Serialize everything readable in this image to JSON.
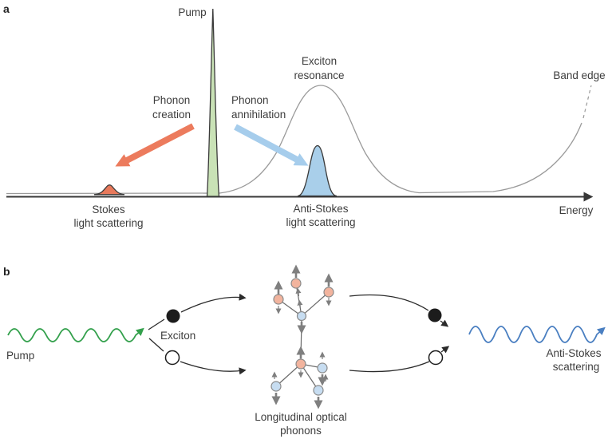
{
  "figure": {
    "panel_a": {
      "label": "a",
      "pump_label": "Pump",
      "phonon_creation": [
        "Phonon",
        "creation"
      ],
      "phonon_annihilation": [
        "Phonon",
        "annihilation"
      ],
      "exciton_resonance": [
        "Exciton",
        "resonance"
      ],
      "band_edge_label": "Band edge",
      "stokes": [
        "Stokes",
        "light scattering"
      ],
      "anti_stokes": [
        "Anti-Stokes",
        "light scattering"
      ],
      "energy_label": "Energy"
    },
    "panel_b": {
      "label": "b",
      "pump_label": "Pump",
      "exciton_label": "Exciton",
      "phonons": [
        "Longitudinal optical",
        "phonons"
      ],
      "anti_stokes": [
        "Anti-Stokes",
        "scattering"
      ]
    },
    "colors": {
      "pump_peak_fill": "#c9e2b6",
      "stokes_peak_fill": "#e8795b",
      "anti_stokes_peak_fill": "#a9cfea",
      "phonon_creation_arrow": "#ec7b5d",
      "phonon_annihilation_arrow": "#a6cdec",
      "pump_wave": "#33a04c",
      "anti_stokes_wave": "#4a7fc1",
      "phonon_orange": "#f2b49e",
      "phonon_blue": "#c7ddf1",
      "spectrum_curve": "#9a9a9a",
      "axis": "#383838",
      "text": "#3d3d3d",
      "motion_arrow": "#7f7f7f"
    }
  }
}
